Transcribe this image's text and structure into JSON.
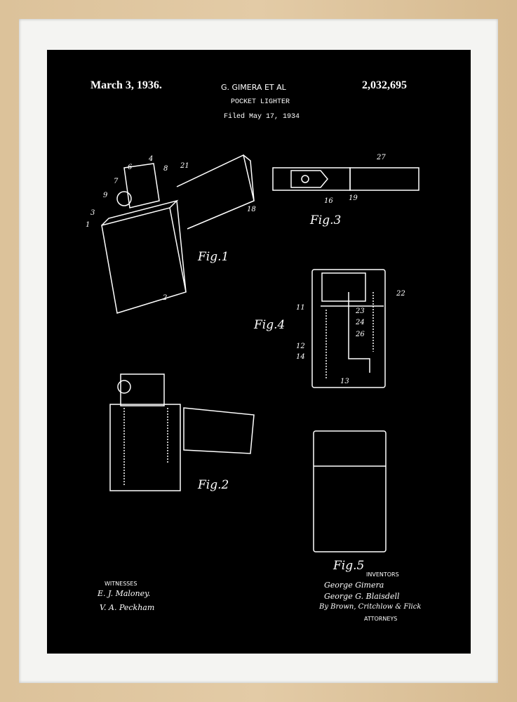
{
  "header": {
    "date": "March 3, 1936.",
    "inventor": "G. GIMERA  ET AL",
    "title": "POCKET LIGHTER",
    "filed": "Filed May 17, 1934",
    "patent_number": "2,032,695"
  },
  "figures": [
    "Fig.1",
    "Fig.2",
    "Fig.3",
    "Fig.4",
    "Fig.5"
  ],
  "reference_numerals": [
    "4",
    "6",
    "8",
    "21",
    "9",
    "7",
    "3",
    "1",
    "18",
    "2",
    "27",
    "19",
    "16",
    "22",
    "11",
    "23",
    "24",
    "26",
    "12",
    "14",
    "13"
  ],
  "witnesses": {
    "label": "WITNESSES",
    "signatures": [
      "E. J. Maloney.",
      "V. A. Peckham"
    ]
  },
  "inventors": {
    "label": "INVENTORS",
    "signatures": [
      "George Gimera",
      "George G. Blaisdell"
    ],
    "by": "By Brown, Critchlow & Flick",
    "attorneys_label": "ATTORNEYS"
  },
  "colors": {
    "frame": "#dcc29a",
    "mat": "#f4f4f2",
    "poster": "#000000",
    "ink": "#ffffff"
  }
}
